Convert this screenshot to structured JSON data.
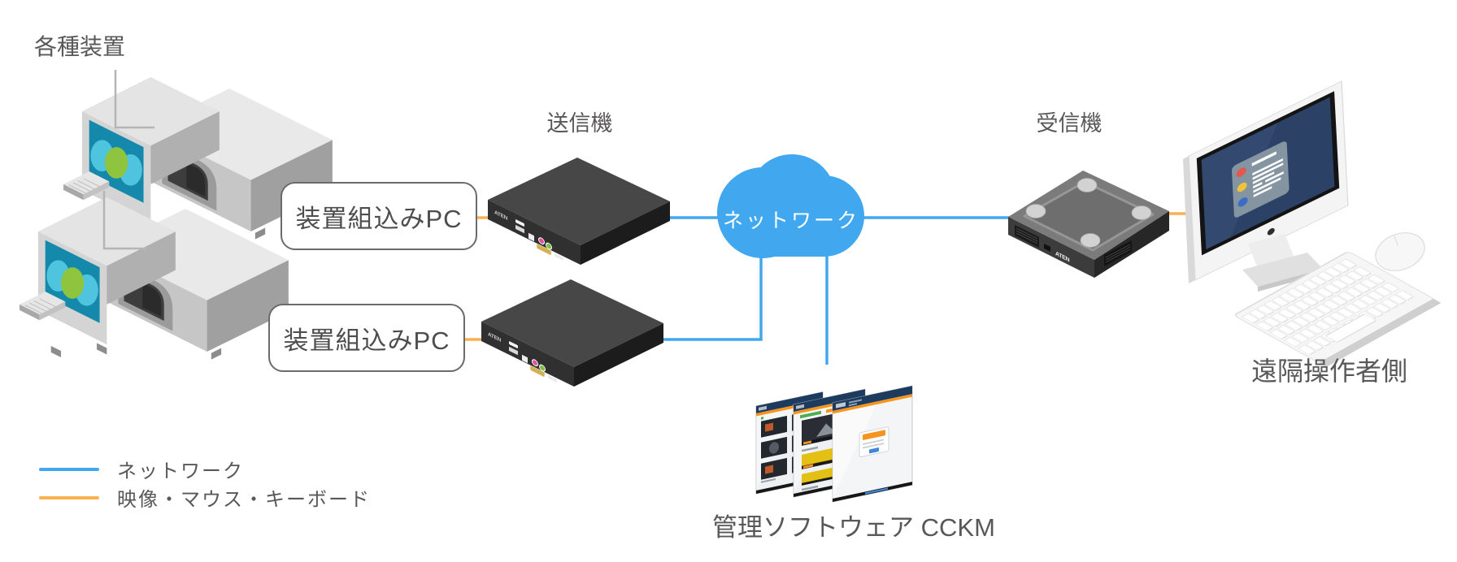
{
  "diagram": {
    "source_group_label": "各種装置",
    "embedded_pc_labels": [
      "装置組込みPC",
      "装置組込みPC"
    ],
    "transmitter_label": "送信機",
    "receiver_label": "受信機",
    "network_cloud_label": "ネットワーク",
    "remote_operator_label": "遠隔操作者側",
    "management_software_label": "管理ソフトウェア CCKM",
    "device_brand_logo": "ATEN"
  },
  "legend": {
    "items": [
      {
        "label": "ネットワーク",
        "color": "#41a8f0"
      },
      {
        "label": "映像・マウス・キーボード",
        "color": "#fbb052"
      }
    ]
  },
  "colors": {
    "network_line": "#41a8f0",
    "video_mouse_keyboard_line": "#fbb052",
    "cloud": "#41a8f0",
    "label_text": "#595757",
    "machine_screen": "#1489ac",
    "software_header": "#1d3b5f",
    "software_accent": "#f7941e"
  }
}
